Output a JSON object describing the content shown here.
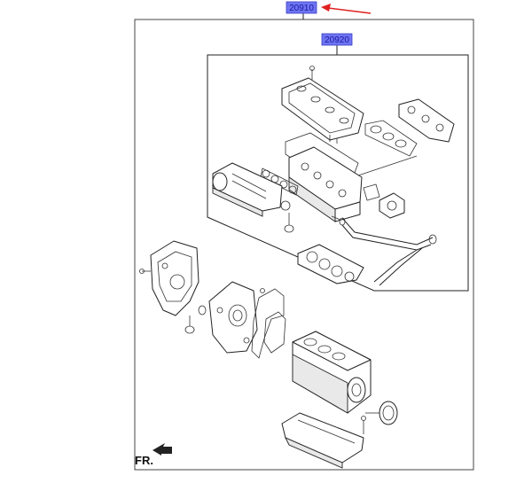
{
  "labels": {
    "kit_code": "20910",
    "cylinder_head_kit_code": "20920"
  },
  "direction": {
    "text": "FR."
  },
  "colors": {
    "label_fill": "#6f74f0",
    "label_text": "#1a1aa6",
    "arrow": "#e02020",
    "line": "#222222"
  },
  "icons": {
    "pointer_arrow": "red-arrow-icon",
    "front_arrow": "front-direction-arrow-icon"
  }
}
